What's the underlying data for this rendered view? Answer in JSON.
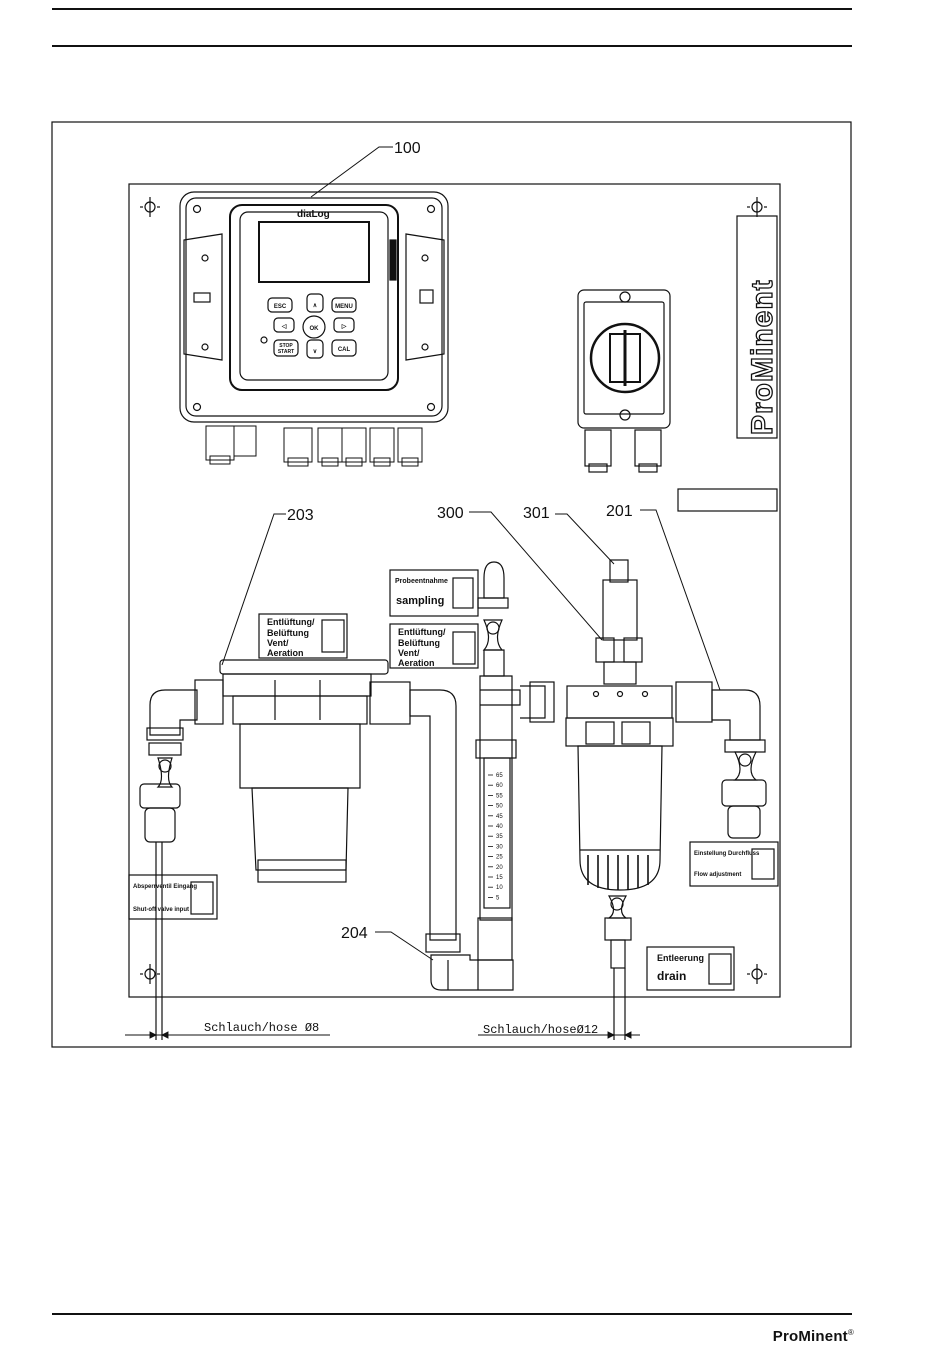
{
  "header": {
    "lines": 2
  },
  "callouts": {
    "c100": "100",
    "c203": "203",
    "c300": "300",
    "c301": "301",
    "c201": "201",
    "c204": "204"
  },
  "controller": {
    "brand": "diaLog",
    "keys": {
      "esc": "ESC",
      "up": "∧",
      "menu": "MENU",
      "left": "◁",
      "ok": "OK",
      "right": "▷",
      "stop": "STOP",
      "start": "START",
      "down": "∨",
      "cal": "CAL"
    }
  },
  "panel_logo": "ProMinent",
  "labels": {
    "sampling_de": "Probeentnahme",
    "sampling_en": "sampling",
    "vent1_de1": "Entlüftung/",
    "vent1_de2": "Belüftung",
    "vent1_en1": "Vent/",
    "vent1_en2": "Aeration",
    "vent2_de1": "Entlüftung/",
    "vent2_de2": "Belüftung",
    "vent2_en1": "Vent/",
    "vent2_en2": "Aeration",
    "shutoff_de": "Absperrventil Eingang",
    "shutoff_en": "Shut-off valve input",
    "flow_de": "Einstellung Durchfluss",
    "flow_en": "Flow adjustment",
    "drain_de": "Entleerung",
    "drain_en": "drain"
  },
  "flowmeter_scale": [
    "65",
    "60",
    "55",
    "50",
    "45",
    "40",
    "35",
    "30",
    "25",
    "20",
    "15",
    "10",
    "5"
  ],
  "dimensions": {
    "hose8": "Schlauch/hose  Ø8",
    "hose12": "Schlauch/hoseØ12"
  },
  "footer": {
    "brand": "ProMinent",
    "reg": "®"
  },
  "colors": {
    "line": "#111111",
    "background": "#ffffff"
  }
}
